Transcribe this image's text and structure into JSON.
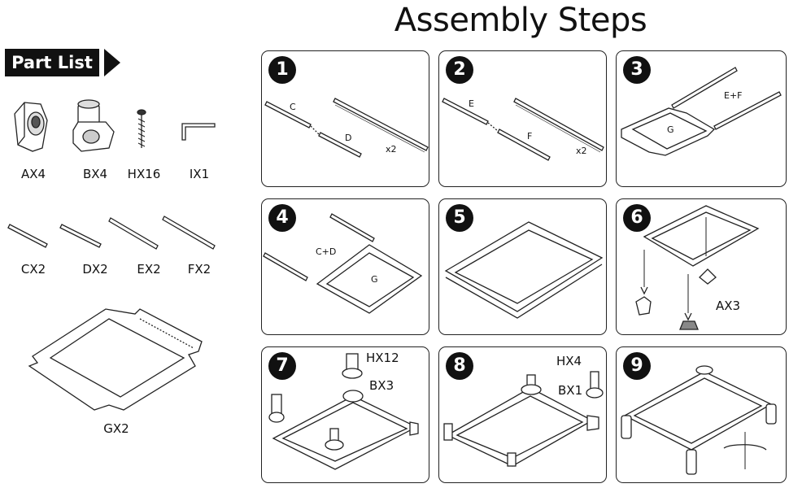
{
  "title": "Assembly Steps",
  "part_list": {
    "banner": "Part List",
    "parts": [
      {
        "icon": "corner-cap-icon",
        "label": "AX4"
      },
      {
        "icon": "leg-socket-icon",
        "label": "BX4"
      },
      {
        "icon": "screw-icon",
        "label": "HX16"
      },
      {
        "icon": "hex-key-icon",
        "label": "IX1"
      },
      {
        "icon": "rail-c-icon",
        "label": "CX2"
      },
      {
        "icon": "rail-d-icon",
        "label": "DX2"
      },
      {
        "icon": "rail-e-icon",
        "label": "EX2"
      },
      {
        "icon": "rail-f-icon",
        "label": "FX2"
      },
      {
        "icon": "fabric-bed-icon",
        "label": "GX2"
      }
    ]
  },
  "steps": [
    {
      "number": "1",
      "labels": {
        "a": "C",
        "b": "D",
        "qty": "x2"
      }
    },
    {
      "number": "2",
      "labels": {
        "a": "E",
        "b": "F",
        "qty": "x2"
      }
    },
    {
      "number": "3",
      "labels": {
        "a": "E+F",
        "b": "G"
      }
    },
    {
      "number": "4",
      "labels": {
        "a": "C+D",
        "b": "G"
      }
    },
    {
      "number": "5",
      "labels": {}
    },
    {
      "number": "6",
      "labels": {
        "a": "AX3"
      }
    },
    {
      "number": "7",
      "labels": {
        "a": "HX12",
        "b": "BX3"
      }
    },
    {
      "number": "8",
      "labels": {
        "a": "HX4",
        "b": "BX1"
      }
    },
    {
      "number": "9",
      "labels": {}
    }
  ]
}
